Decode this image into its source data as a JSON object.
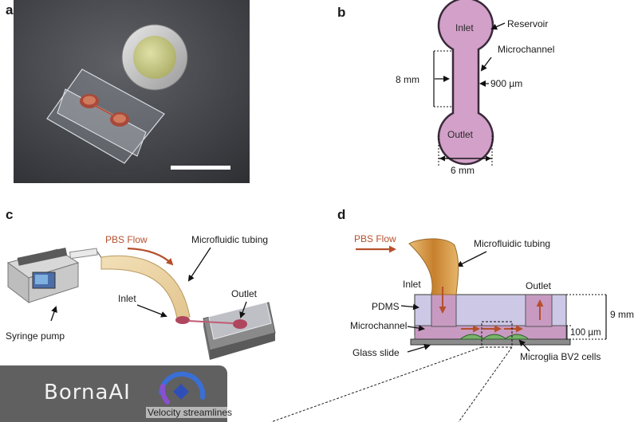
{
  "panels": {
    "a": "a",
    "b": "b",
    "c": "c",
    "d": "d"
  },
  "panel_b": {
    "inlet": "Inlet",
    "outlet": "Outlet",
    "reservoir": "Reservoir",
    "microchannel": "Microchannel",
    "length": "8 mm",
    "channel_width": "900 µm",
    "width": "6 mm",
    "fill_color": "#d2a0c8",
    "edge_color": "#3a2a3a"
  },
  "panel_c": {
    "flow": "PBS Flow",
    "tubing": "Microfluidic tubing",
    "inlet": "Inlet",
    "outlet": "Outlet",
    "pump": "Syringe pump"
  },
  "panel_d": {
    "flow": "PBS Flow",
    "tubing": "Microfluidic tubing",
    "inlet": "Inlet",
    "outlet": "Outlet",
    "pdms": "PDMS",
    "microchannel": "Microchannel",
    "glass": "Glass slide",
    "height": "9 mm",
    "channel_height": "100 µm",
    "cells": "Microglia BV2 cells"
  },
  "bottom": {
    "streamlines": "Velocity streamlines"
  },
  "watermark": {
    "text": "BornaAI"
  },
  "colors": {
    "flow_arrow": "#b5502c",
    "pdms": "#ccc8e6",
    "channel": "#c89ac2",
    "cells": "#78b26a",
    "tubing": "#d9a65a"
  }
}
